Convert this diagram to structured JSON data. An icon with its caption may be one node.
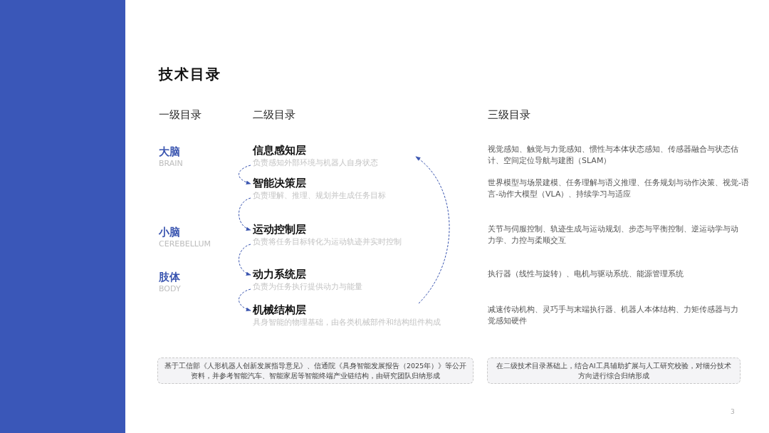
{
  "diagram": {
    "title": "技术目录",
    "nodes": [
      {
        "text": [
          "信息感知层",
          "负责感知外部环境与机器人自身状态"
        ]
      },
      {
        "text": [
          "智能决策层",
          "负责理解、推理、规划并生成任务目标"
        ]
      },
      {
        "text": [
          "运动控制层",
          "负责将任务目标转化为运动轨迹并实时控制"
        ]
      },
      {
        "text": [
          "动力系统层",
          "负责为任务执行提供动力与能量"
        ]
      },
      {
        "text": [
          "机械结构层",
          "具身智能的物理基础，由各类机械部件和结构组件构成"
        ]
      },
      {
        "text": [
          "基于工信部《人形机器人创新发展指导意见》、信通院《具身智能发展报告（2025年）》等公开资料，并参考智能汽车、智能家居等智能终端产业链结构，由研究团队归纳形成"
        ]
      },
      {
        "text": [
          "在二级技术目录基础上，结合AI工具辅助扩展与人工研究校验，对细分技术方向进行综合归纳形成"
        ]
      }
    ],
    "edges": [
      {
        "from": 0,
        "to": 1,
        "arrow": "to",
        "style": "dashed"
      },
      {
        "from": 1,
        "to": 2,
        "arrow": "to",
        "style": "dashed"
      },
      {
        "from": 2,
        "to": 3,
        "arrow": "to",
        "style": "dashed"
      },
      {
        "from": 3,
        "to": 4,
        "arrow": "to",
        "style": "dashed"
      },
      {
        "from": 4,
        "to": 0,
        "arrow": "to",
        "style": "dashed"
      }
    ],
    "labels": [
      "一级目录",
      "二级目录",
      "三级目录",
      "大脑",
      "BRAIN",
      "小脑",
      "CEREBELLUM",
      "肢体",
      "BODY",
      "视觉感知、触觉与力觉感知、惯性与本体状态感知、传感器融合与状态估计、空间定位导航与建图（SLAM）",
      "世界模型与场景建模、任务理解与语义推理、任务规划与动作决策、视觉-语言-动作大模型（VLA）、持续学习与适应",
      "关节与伺服控制、轨迹生成与运动规划、步态与平衡控制、逆运动学与动力学、力控与柔顺交互",
      "执行器（线性与旋转）、电机与驱动系统、能源管理系统",
      "减速传动机构、灵巧手与末端执行器、机器人本体结构、力矩传感器与力觉感知硬件",
      "3"
    ]
  }
}
